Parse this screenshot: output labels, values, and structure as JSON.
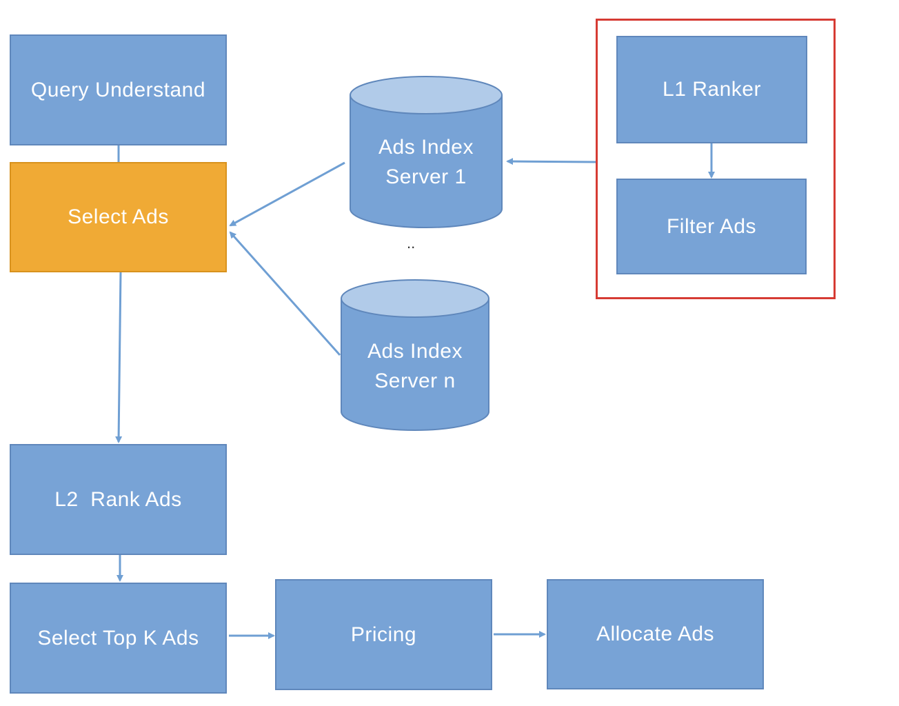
{
  "nodes": {
    "query_understand": "Query Understand",
    "select_ads": "Select Ads",
    "ads_index_server_1": [
      "Ads Index",
      "Server 1"
    ],
    "ads_index_server_n": [
      "Ads Index",
      "Server n"
    ],
    "ellipsis": "..",
    "l1_ranker": "L1 Ranker",
    "filter_ads": "Filter Ads",
    "l2_rank_ads": "L2  Rank Ads",
    "select_top_k_ads": "Select Top K Ads",
    "pricing": "Pricing",
    "allocate_ads": "Allocate Ads"
  },
  "colors": {
    "box_fill": "#78a3d6",
    "box_border": "#5f87bb",
    "highlight_box": "#f0aa35",
    "cylinder_top": "#b1cbe9",
    "arrow": "#6f9fd3",
    "selection_frame": "#d63b33"
  }
}
